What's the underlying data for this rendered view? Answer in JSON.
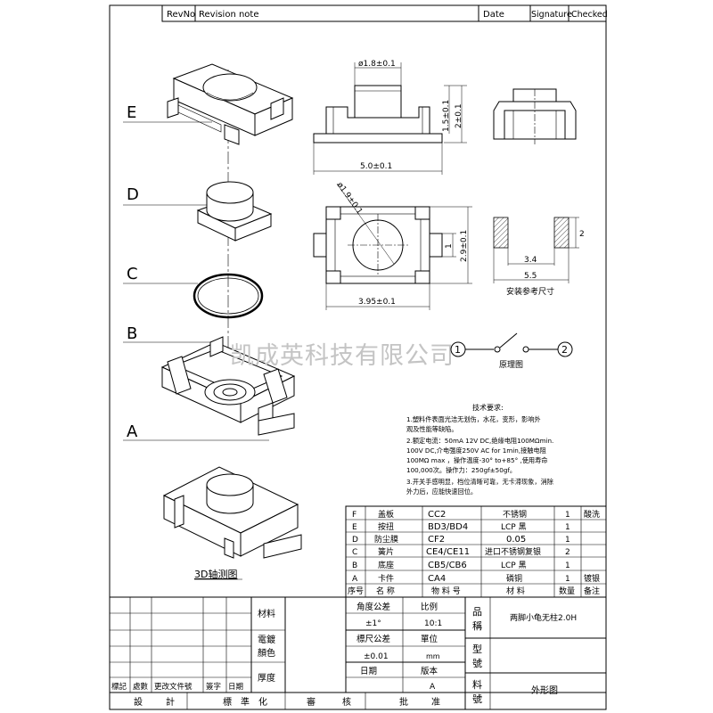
{
  "revision_header": [
    "RevNo",
    "Revision note",
    "Date",
    "Signature",
    "Checked"
  ],
  "exploded": {
    "labels": [
      "E",
      "D",
      "C",
      "B",
      "A"
    ],
    "caption": "3D轴测图"
  },
  "dimensions": {
    "top_diameter": "ø1.8±0.1",
    "height_1": "1.5±0.1",
    "height_2": "2±0.1",
    "width_front": "5.0±0.1",
    "diameter_plan": "ø1.9±0.1",
    "side_right": "1",
    "height_plan": "2.9±0.1",
    "width_plan": "3.95±0.1",
    "pad_h": "2",
    "pad_gap": "3.4",
    "pad_total": "5.5",
    "install_caption": "安装参考尺寸"
  },
  "watermark": "凯成英科技有限公司",
  "schematic": {
    "pin1": "1",
    "pin2": "2",
    "caption": "原理图"
  },
  "tech": {
    "title": "技术要求:",
    "lines": [
      "1.塑料件表面光洁无划伤，水花，变形，影响外",
      "   观及性能等缺陷。",
      "2.额定电流：50mA 12V DC,绝缘电阻100MΩmin.",
      "   100V DC,介电强度250V AC for 1min,接触电阻",
      "   100MΩ max ，操作温度-30° to+85° ,使用寿命",
      "   100,000次。操作力：250gf±50gf。",
      "3.开关手感明显，档位清晰可靠，无卡滞现象，消除",
      "   外力后，应能快速回位。"
    ]
  },
  "bom": {
    "rows": [
      [
        "F",
        "盖板",
        "CC2",
        "不锈钢",
        "1",
        "酸洗"
      ],
      [
        "E",
        "按扭",
        "BD3/BD4",
        "LCP 黑",
        "1",
        ""
      ],
      [
        "D",
        "防尘膜",
        "CF2",
        "0.05",
        "1",
        ""
      ],
      [
        "C",
        "簧片",
        "CE4/CE11",
        "进口不锈钢复银",
        "2",
        ""
      ],
      [
        "B",
        "底座",
        "CB5/CB6",
        "LCP 黑",
        "1",
        ""
      ],
      [
        "A",
        "卡件",
        "CA4",
        "磷铜",
        "1",
        "镀银"
      ]
    ],
    "header": [
      "序号",
      "名 称",
      "物 料 号",
      "材 料",
      "数量",
      "备注"
    ]
  },
  "title_block": {
    "material_label": "材料",
    "plating_label": [
      "電鍍",
      "顏色"
    ],
    "thickness_label": "厚度",
    "angle_tol_label": "角度公差",
    "angle_tol_value": "±1°",
    "scale_label": "比例",
    "scale_value": "10:1",
    "size_tol_label": "標尺公差",
    "size_tol_value": "±0.01",
    "unit_label": "單位",
    "unit_value": "mm",
    "date_label": "日期",
    "version_label": "版本",
    "version_value": "A",
    "name_label": [
      "品",
      "稱"
    ],
    "name_value": "两脚小龟无柱2.0H",
    "model_label": [
      "型",
      "號"
    ],
    "part_label": [
      "料",
      "號"
    ],
    "drawing_type": "外形图",
    "rev_cols": [
      "標記",
      "處數",
      "更改文件號",
      "簽字",
      "日期"
    ],
    "sign_row": [
      "設",
      "計",
      "標",
      "準",
      "化",
      "審",
      "核",
      "批",
      "准"
    ]
  }
}
